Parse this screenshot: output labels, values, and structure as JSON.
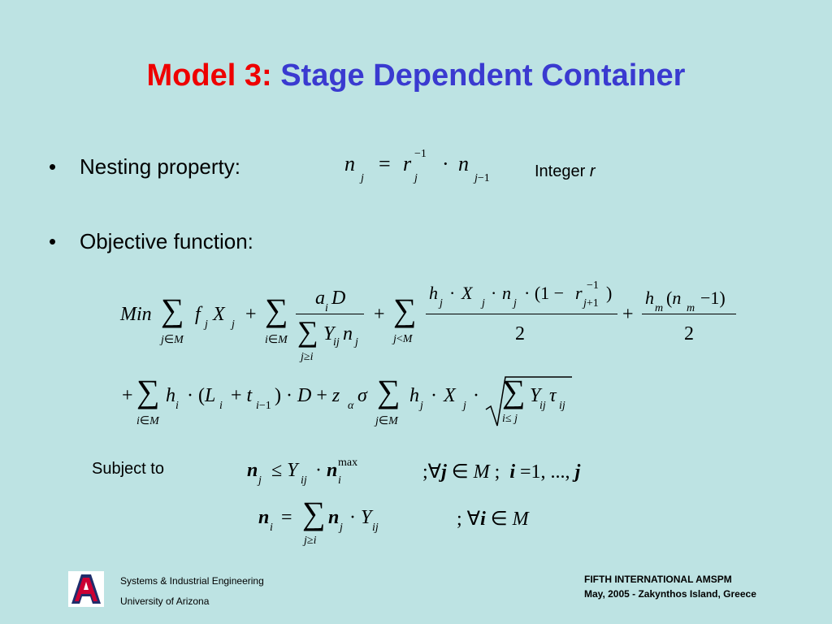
{
  "title": {
    "part1": "Model 3:",
    "part2": "Stage Dependent Container"
  },
  "bullets": {
    "symbol": "•",
    "nesting": "Nesting property:",
    "objective": "Objective function:"
  },
  "nesting_note": {
    "text": "Integer ",
    "var": "r"
  },
  "subject_to": "Subject to",
  "logo": {
    "letter": "A",
    "colors": {
      "navy": "#1f2d6b",
      "red": "#cc0033"
    }
  },
  "footer": {
    "left_line1": "Systems & Industrial Engineering",
    "left_line2": "University of Arizona",
    "right_line1": "FIFTH INTERNATIONAL  AMSPM",
    "right_line2": "May, 2005 - Zakynthos Island, Greece"
  },
  "colors": {
    "background": "#bde3e3",
    "title_red": "#ee0000",
    "title_blue": "#3a3ad0"
  }
}
